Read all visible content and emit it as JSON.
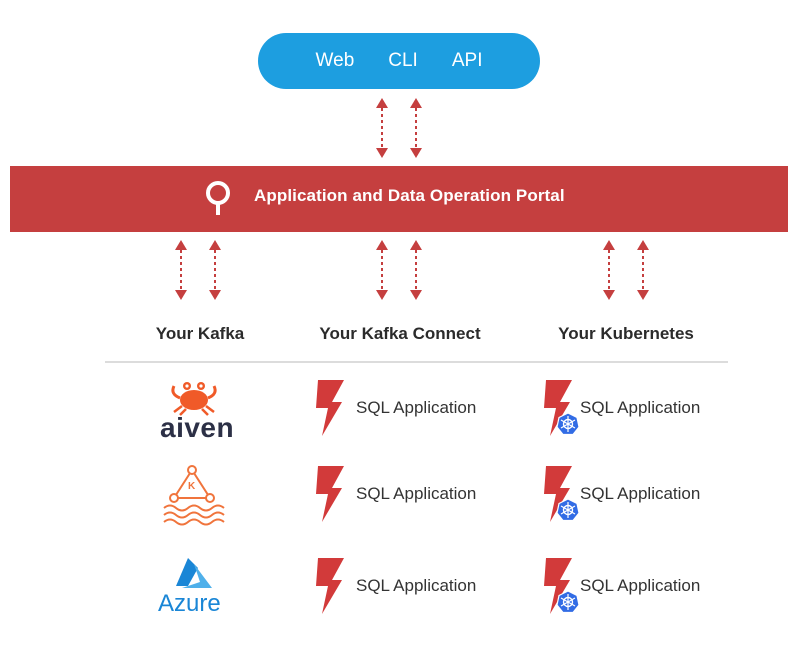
{
  "interfaces": [
    "Web",
    "CLI",
    "API"
  ],
  "portal": {
    "title": "Application and Data Operation Portal"
  },
  "columns": [
    "Your Kafka",
    "Your Kafka Connect",
    "Your Kubernetes"
  ],
  "providers": [
    {
      "name": "aiven",
      "label": "aiven",
      "icon": "aiven-crab-icon",
      "color": "#f05a28"
    },
    {
      "name": "kafka-on-k8s",
      "label": "K",
      "icon": "kafka-waves-icon",
      "color": "#f0743c"
    },
    {
      "name": "azure",
      "label": "Azure",
      "icon": "azure-icon",
      "color": "#1a86d6"
    }
  ],
  "connect_rows": [
    "SQL Application",
    "SQL Application",
    "SQL Application"
  ],
  "k8s_rows": [
    "SQL Application",
    "SQL Application",
    "SQL Application"
  ],
  "colors": {
    "blue": "#1d9ee0",
    "red": "#c53f3f",
    "k8s_blue": "#326ce5"
  }
}
